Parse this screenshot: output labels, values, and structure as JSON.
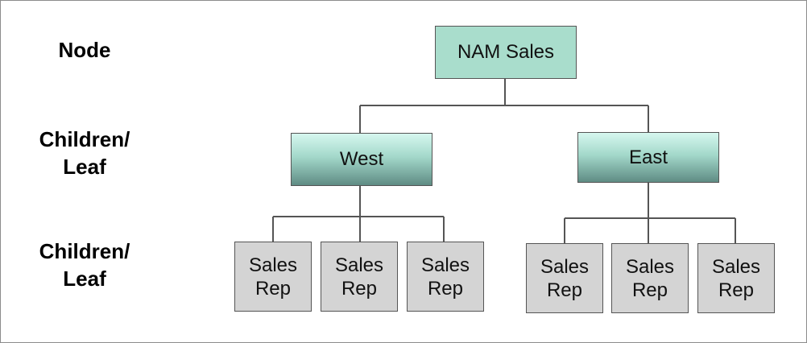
{
  "levels": {
    "node": "Node",
    "children1": "Children/\nLeaf",
    "children2": "Children/\nLeaf"
  },
  "tree": {
    "root": "NAM Sales",
    "west": "West",
    "east": "East",
    "west_reps": [
      "Sales\nRep",
      "Sales\nRep",
      "Sales\nRep"
    ],
    "east_reps": [
      "Sales\nRep",
      "Sales\nRep",
      "Sales\nRep"
    ]
  },
  "colors": {
    "root_fill": "#a9ddcc",
    "region_fill_top": "#d6f7ef",
    "region_fill_bottom": "#5f8c84",
    "leaf_fill": "#d4d4d4",
    "border": "#555555",
    "frame": "#8c8c8c"
  }
}
